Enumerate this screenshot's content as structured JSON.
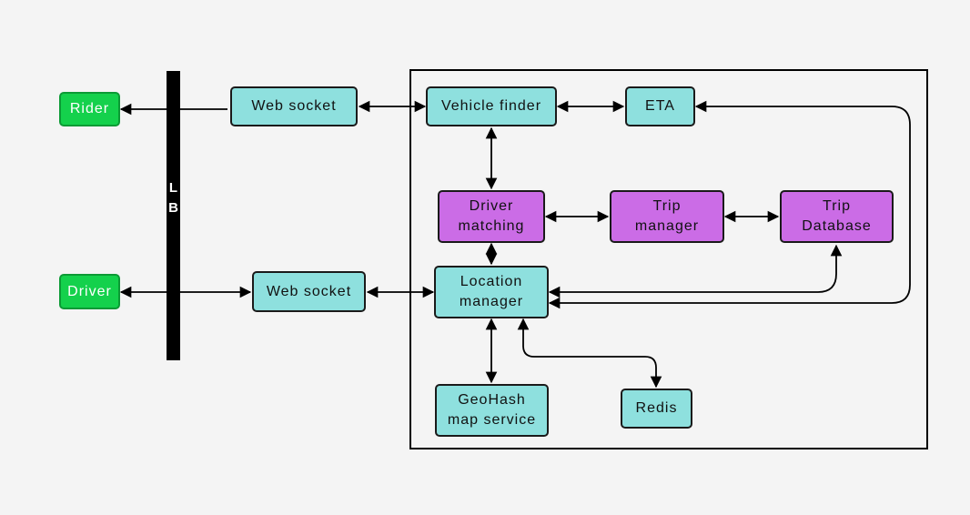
{
  "colors": {
    "service": "#8ee0de",
    "core_service": "#cb6ce6",
    "client": "#14d14c",
    "background": "#f4f4f4",
    "lines": "#000000"
  },
  "clients": {
    "rider": "Rider",
    "driver": "Driver"
  },
  "load_balancer": {
    "label": "L\nB"
  },
  "nodes": {
    "web_socket_top": "Web socket",
    "web_socket_bottom": "Web socket",
    "vehicle_finder": "Vehicle finder",
    "eta": "ETA",
    "driver_matching": "Driver\nmatching",
    "trip_manager": "Trip\nmanager",
    "trip_database": "Trip\nDatabase",
    "location_manager": "Location\nmanager",
    "geohash_map_service": "GeoHash\nmap service",
    "redis": "Redis"
  }
}
